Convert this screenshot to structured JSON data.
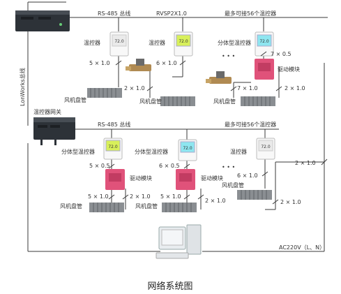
{
  "labels": {
    "rs485_top": "RS-485 总线",
    "rvsp": "RVSP2X1.0",
    "max56_top": "最多可接56个温控器",
    "thermostat": "温控器",
    "split_thermostat": "分体型温控器",
    "drive_module": "驱动模块",
    "fan_coil": "风机盘管",
    "lonworks_bus": "LonWorks总线",
    "gateway": "温控器网关",
    "rs485_bottom": "RS-485 总线",
    "max56_bottom": "最多可接56个温控器",
    "ac_power": "AC220V（L、N）",
    "ellipsis": "• • •",
    "title": "网络系统图"
  },
  "specs": {
    "w5x10": "5 × 1.0",
    "w6x10": "6 × 1.0",
    "w7x05": "7 × 0.5",
    "w2x10": "2 × 1.0",
    "w7x10": "7 × 1.0",
    "w5x05": "5 × 0.5",
    "w6x05": "6 × 0.5"
  },
  "thermostat_display": "72.0",
  "colors": {
    "line": "#3a3a3a",
    "display_green": "#d8f05a",
    "display_blue": "#8ee6f0",
    "module_pink": "#e0527a",
    "gateway_dark": "#2d3238",
    "fancoil": "#8a8e92"
  }
}
